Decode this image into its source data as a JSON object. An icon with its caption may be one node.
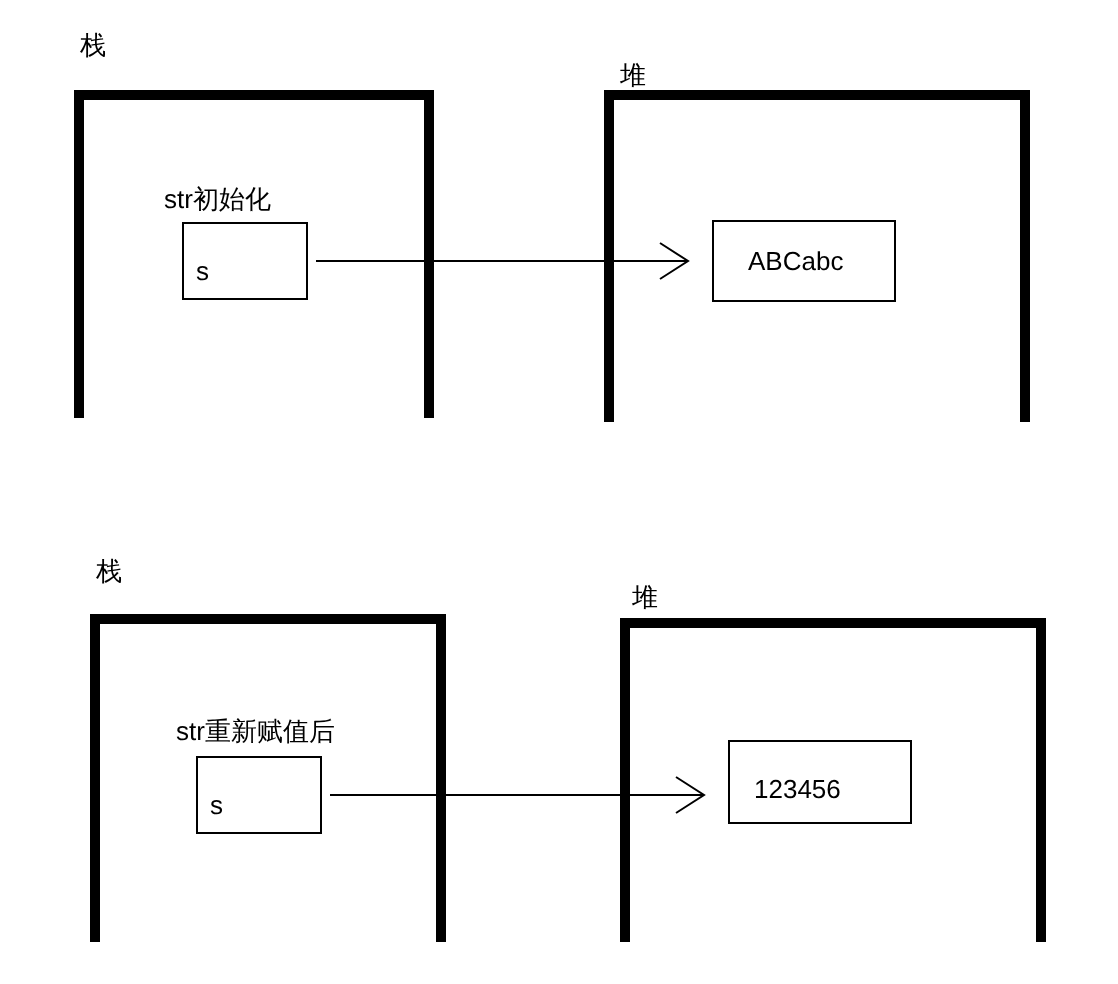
{
  "diagram": {
    "nodes": [
      {
        "text": [
          "栈"
        ]
      },
      {
        "text": [
          "堆"
        ]
      },
      {
        "text": [
          "s"
        ],
        "in": 0,
        "beside": [
          "str初始化"
        ]
      },
      {
        "text": [
          "ABCabc"
        ],
        "in": 1
      },
      {
        "text": [
          "栈"
        ]
      },
      {
        "text": [
          "堆"
        ]
      },
      {
        "text": [
          "s"
        ],
        "in": 4,
        "beside": [
          "str重新赋值后"
        ]
      },
      {
        "text": [
          "123456"
        ],
        "in": 5
      }
    ],
    "edges": [
      {
        "from": 2,
        "to": 3,
        "arrow": "to"
      },
      {
        "from": 6,
        "to": 7,
        "arrow": "to"
      }
    ]
  }
}
